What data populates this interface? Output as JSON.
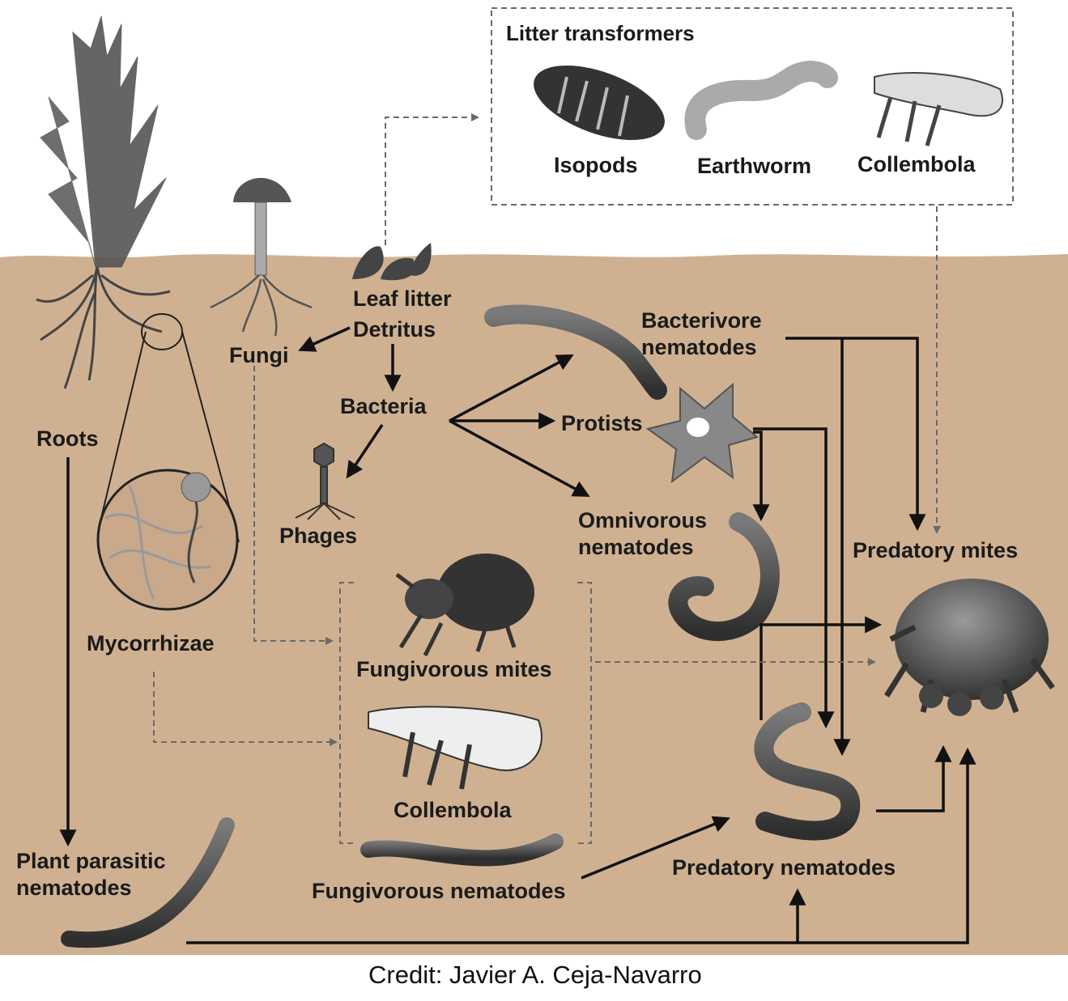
{
  "diagram": {
    "labels": {
      "litter_transformers": "Litter transformers",
      "isopods": "Isopods",
      "earthworm": "Earthworm",
      "collembola_top": "Collembola",
      "leaf_litter": "Leaf litter",
      "detritus": "Detritus",
      "fungi": "Fungi",
      "bacteria": "Bacteria",
      "phages": "Phages",
      "roots": "Roots",
      "mycorrhizae": "Mycorrhizae",
      "bacterivore_nematodes": "Bacterivore\nnematodes",
      "protists": "Protists",
      "omnivorous_nematodes": "Omnivorous\nnematodes",
      "predatory_mites": "Predatory mites",
      "fungivorous_mites": "Fungivorous mites",
      "collembola_bottom": "Collembola",
      "fungivorous_nematodes": "Fungivorous nematodes",
      "plant_parasitic_nematodes": "Plant parasitic\nnematodes",
      "predatory_nematodes": "Predatory nematodes"
    },
    "credit": "Credit: Javier A. Ceja-Navarro",
    "colors": {
      "soil": "#cfb191",
      "sky": "#ffffff",
      "organism": "#4a4a4a",
      "arrow": "#111111",
      "dashed_arrow": "#6a6a6a"
    }
  }
}
